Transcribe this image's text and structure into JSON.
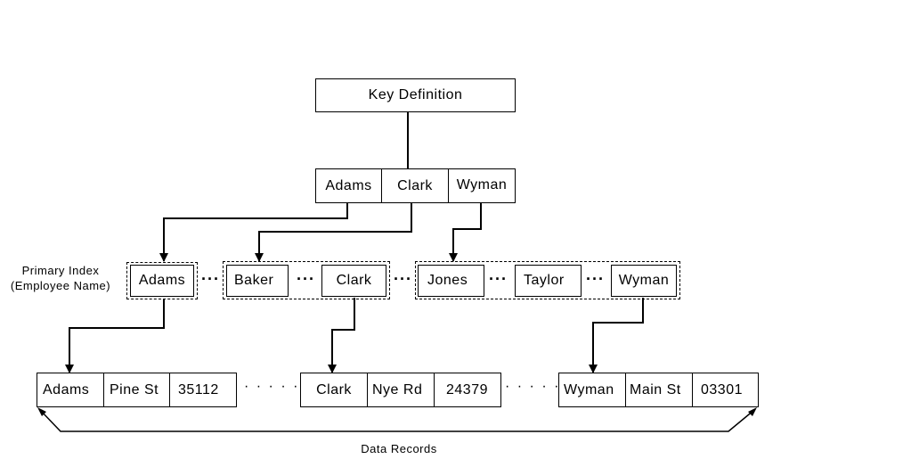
{
  "key_definition": "Key Definition",
  "root_keys": [
    "Adams",
    "Clark",
    "Wyman"
  ],
  "index_label_line1": "Primary Index",
  "index_label_line2": "(Employee Name)",
  "index_groups": [
    [
      "Adams"
    ],
    [
      "Baker",
      "Clark"
    ],
    [
      "Jones",
      "Taylor",
      "Wyman"
    ]
  ],
  "separator_dots": "···",
  "record_separator_dots": "· · · · · ·",
  "records": [
    [
      "Adams",
      "Pine St",
      "35112"
    ],
    [
      "Clark",
      "Nye Rd",
      "24379"
    ],
    [
      "Wyman",
      "Main St",
      "03301"
    ]
  ],
  "data_records_label": "Data Records"
}
